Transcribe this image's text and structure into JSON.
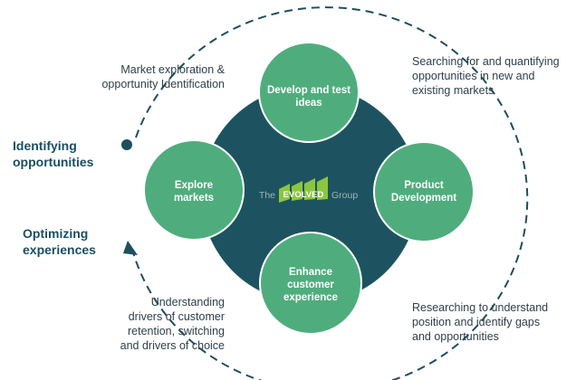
{
  "diagram": {
    "center_logo": {
      "prefix": "The",
      "brand": "EVOLVED",
      "suffix": "Group"
    },
    "nodes": {
      "top": [
        "Develop and test",
        "ideas"
      ],
      "left": [
        "Explore",
        "markets"
      ],
      "right": [
        "Product",
        "Development"
      ],
      "bottom": [
        "Enhance",
        "customer",
        "experience"
      ]
    },
    "headings": {
      "identifying": [
        "Identifying",
        "opportunities"
      ],
      "optimizing": [
        "Optimizing",
        "experiences"
      ]
    },
    "annotations": {
      "top_left": [
        "Market exploration &",
        "opportunity Identification"
      ],
      "top_right": [
        "Searching for and quantifying",
        "opportunities in new and",
        "existing markets"
      ],
      "bottom_left": [
        "Understanding",
        "drivers of customer",
        "retention, switching",
        "and drivers of choice"
      ],
      "bottom_right": [
        "Researching to understand",
        "position and identify gaps",
        "and opportunities"
      ]
    },
    "colors": {
      "core": "#1d5360",
      "node_fill": "#4fad7d",
      "node_overlap": "#3a8f69",
      "node_stroke": "#ffffff",
      "cycle_line": "#1f4e5d",
      "logo_green": "#8cc63f"
    }
  }
}
